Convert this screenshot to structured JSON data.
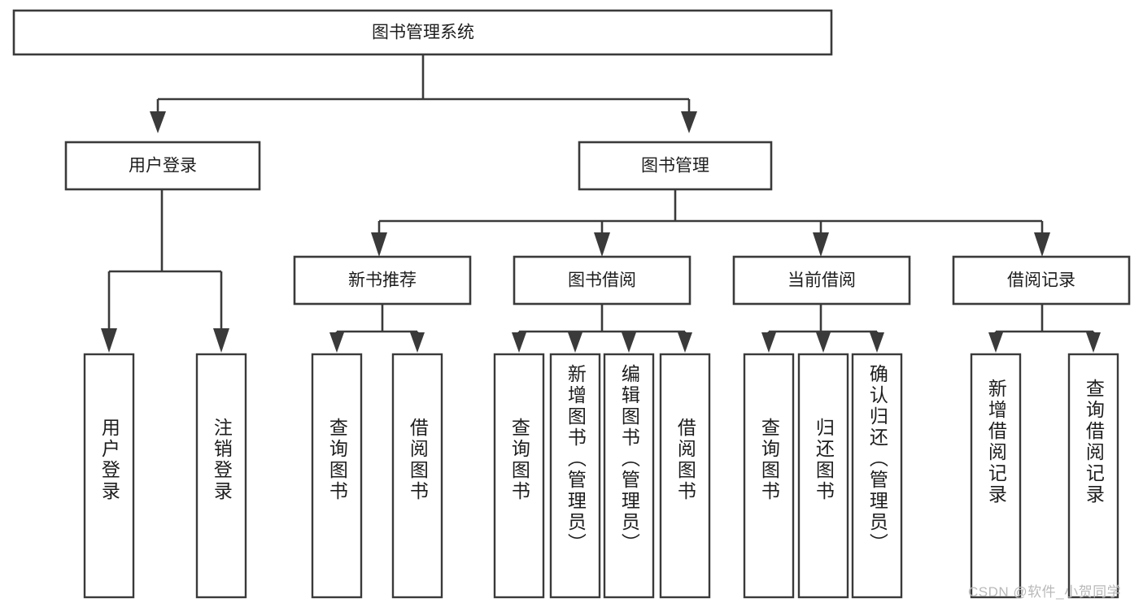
{
  "diagram": {
    "type": "tree-hierarchy",
    "title": "图书管理系统",
    "orientation": "top-down",
    "watermark": "CSDN @软件_小贺同学",
    "colors": {
      "stroke": "#3a3a3a",
      "fill": "#ffffff",
      "text": "#1d1d1d",
      "watermark": "#b9b9b9"
    },
    "root": {
      "id": "root",
      "label": "图书管理系统"
    },
    "level2": [
      {
        "id": "user-login",
        "label": "用户登录"
      },
      {
        "id": "book-manage",
        "label": "图书管理"
      }
    ],
    "level3": [
      {
        "id": "new-book-recommend",
        "label": "新书推荐",
        "parent": "book-manage"
      },
      {
        "id": "book-borrow",
        "label": "图书借阅",
        "parent": "book-manage"
      },
      {
        "id": "current-borrow",
        "label": "当前借阅",
        "parent": "book-manage"
      },
      {
        "id": "borrow-record",
        "label": "借阅记录",
        "parent": "book-manage"
      }
    ],
    "leaves": {
      "user-login": [
        {
          "id": "leaf-user-login",
          "label": "用户登录"
        },
        {
          "id": "leaf-user-logout",
          "label": "注销登录"
        }
      ],
      "new-book-recommend": [
        {
          "id": "leaf-query-book-1",
          "label": "查询图书"
        },
        {
          "id": "leaf-borrow-book-1",
          "label": "借阅图书"
        }
      ],
      "book-borrow": [
        {
          "id": "leaf-query-book-2",
          "label": "查询图书"
        },
        {
          "id": "leaf-add-book",
          "label": "新增图书（管理员）"
        },
        {
          "id": "leaf-edit-book",
          "label": "编辑图书（管理员）"
        },
        {
          "id": "leaf-borrow-book-2",
          "label": "借阅图书"
        }
      ],
      "current-borrow": [
        {
          "id": "leaf-query-book-3",
          "label": "查询图书"
        },
        {
          "id": "leaf-return-book",
          "label": "归还图书"
        },
        {
          "id": "leaf-confirm-return",
          "label": "确认归还（管理员）"
        }
      ],
      "borrow-record": [
        {
          "id": "leaf-add-record",
          "label": "新增借阅记录"
        },
        {
          "id": "leaf-query-record",
          "label": "查询借阅记录"
        }
      ]
    }
  }
}
